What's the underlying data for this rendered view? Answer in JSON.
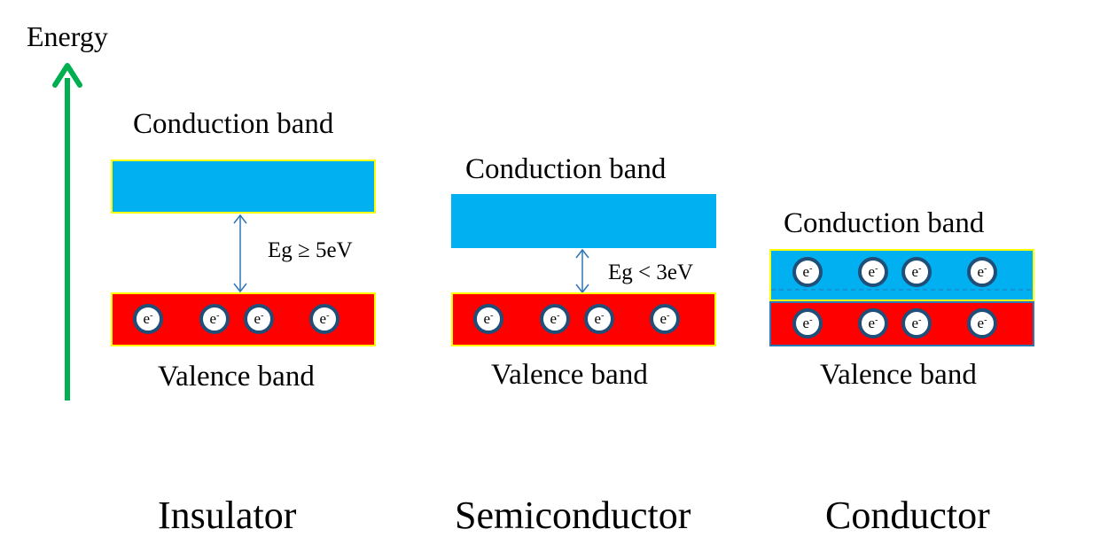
{
  "axis": {
    "label": "Energy"
  },
  "electron_label": "e",
  "panels": [
    {
      "title": "Insulator",
      "conduction_label": "Conduction band",
      "valence_label": "Valence band",
      "gap_label": "Eg ≥ 5eV"
    },
    {
      "title": "Semiconductor",
      "conduction_label": "Conduction band",
      "valence_label": "Valence band",
      "gap_label": "Eg < 3eV"
    },
    {
      "title": "Conductor",
      "conduction_label": "Conduction band",
      "valence_label": "Valence band"
    }
  ],
  "colors": {
    "conduction_band": "#00b0f0",
    "valence_band": "#ff0000",
    "energy_arrow": "#00b050",
    "gap_arrow": "#2e75b6"
  }
}
